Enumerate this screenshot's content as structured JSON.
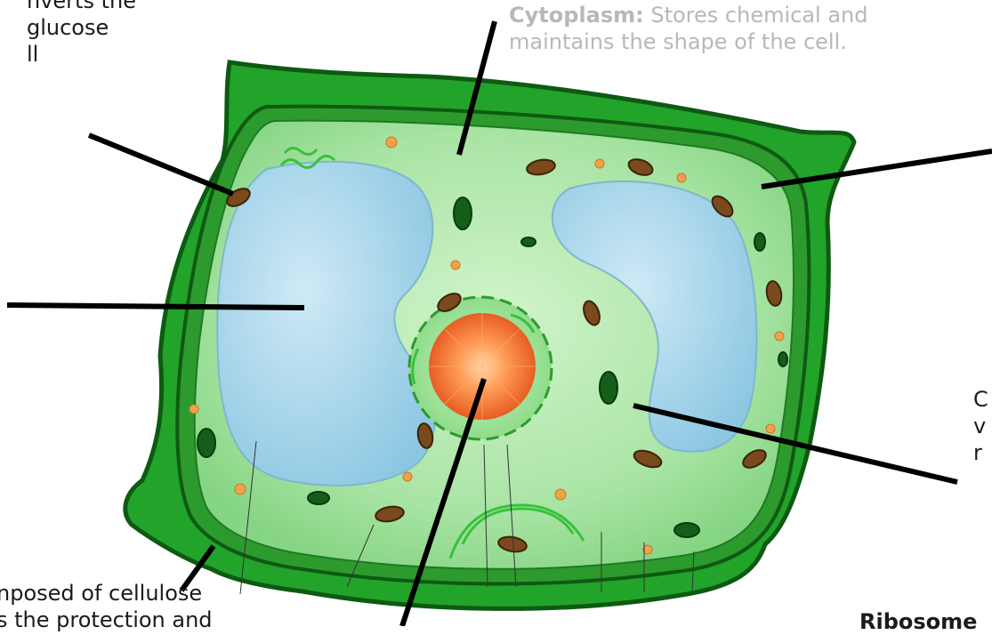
{
  "labels": {
    "chloroplast_frag": [
      "nverts the",
      "glucose",
      "ll"
    ],
    "cytoplasm": {
      "term": "Cytoplasm:",
      "line1_rest": " Stores chemical and",
      "line2": "maintains the shape of the cell."
    },
    "cell_wall_frag": [
      "nposed of cellulose",
      "s the protection and"
    ],
    "right_frag": [
      "C",
      "v",
      "r"
    ],
    "ribosome_frag": "Ribosome"
  },
  "colors": {
    "cell_wall": "#22a32a",
    "cell_wall_dark": "#0d5a12",
    "cytoplasm": "#a9e4a4",
    "vacuole": "#9fd0e6",
    "nucleus": "#f07a3a",
    "pointer": "#000000",
    "faded_text": "#b8b8b8"
  }
}
